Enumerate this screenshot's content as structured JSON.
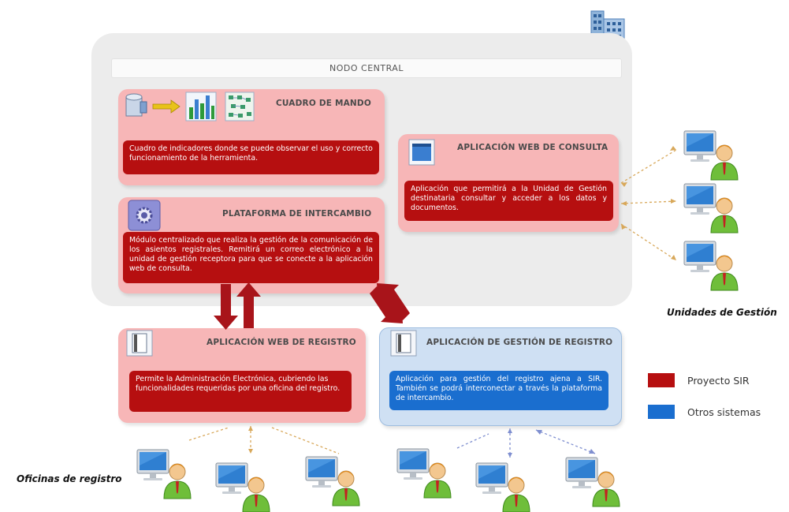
{
  "nodo_central": {
    "title": "NODO CENTRAL"
  },
  "cuadro_mando": {
    "title": "CUADRO DE MANDO",
    "text": "Cuadro de indicadores donde se puede observar el uso y correcto funcionamiento de la herramienta."
  },
  "plataforma": {
    "title": "PLATAFORMA DE INTERCAMBIO",
    "text": "Módulo centralizado que realiza la gestión de la comunicación de los asientos registrales. Remitirá un correo electrónico a la unidad de gestión receptora para que se conecte a la aplicación web de consulta."
  },
  "web_consulta": {
    "title": "APLICACIÓN WEB DE CONSULTA",
    "text": "Aplicación que permitirá a la Unidad de Gestión destinataria consultar y acceder a los datos y documentos."
  },
  "web_registro": {
    "title": "APLICACIÓN WEB DE REGISTRO",
    "text": "Permite la Administración Electrónica, cubriendo las funcionalidades requeridas por una oficina del registro."
  },
  "gestion_registro": {
    "title": "APLICACIÓN DE GESTIÓN DE REGISTRO",
    "text": "Aplicación para gestión del registro ajena a SIR. También se podrá interconectar a través la plataforma de intercambio."
  },
  "labels": {
    "unidades": "Unidades de Gestión",
    "oficinas": "Oficinas de registro"
  },
  "legend": [
    {
      "label": "Proyecto SIR",
      "color": "#b60f10"
    },
    {
      "label": "Otros sistemas",
      "color": "#1a6ecf"
    }
  ],
  "icons": [
    "building-icon",
    "database-icon",
    "bar-chart-icon",
    "network-icon",
    "gear-icon",
    "browser-icon",
    "document-icon",
    "computer-user-icon"
  ]
}
